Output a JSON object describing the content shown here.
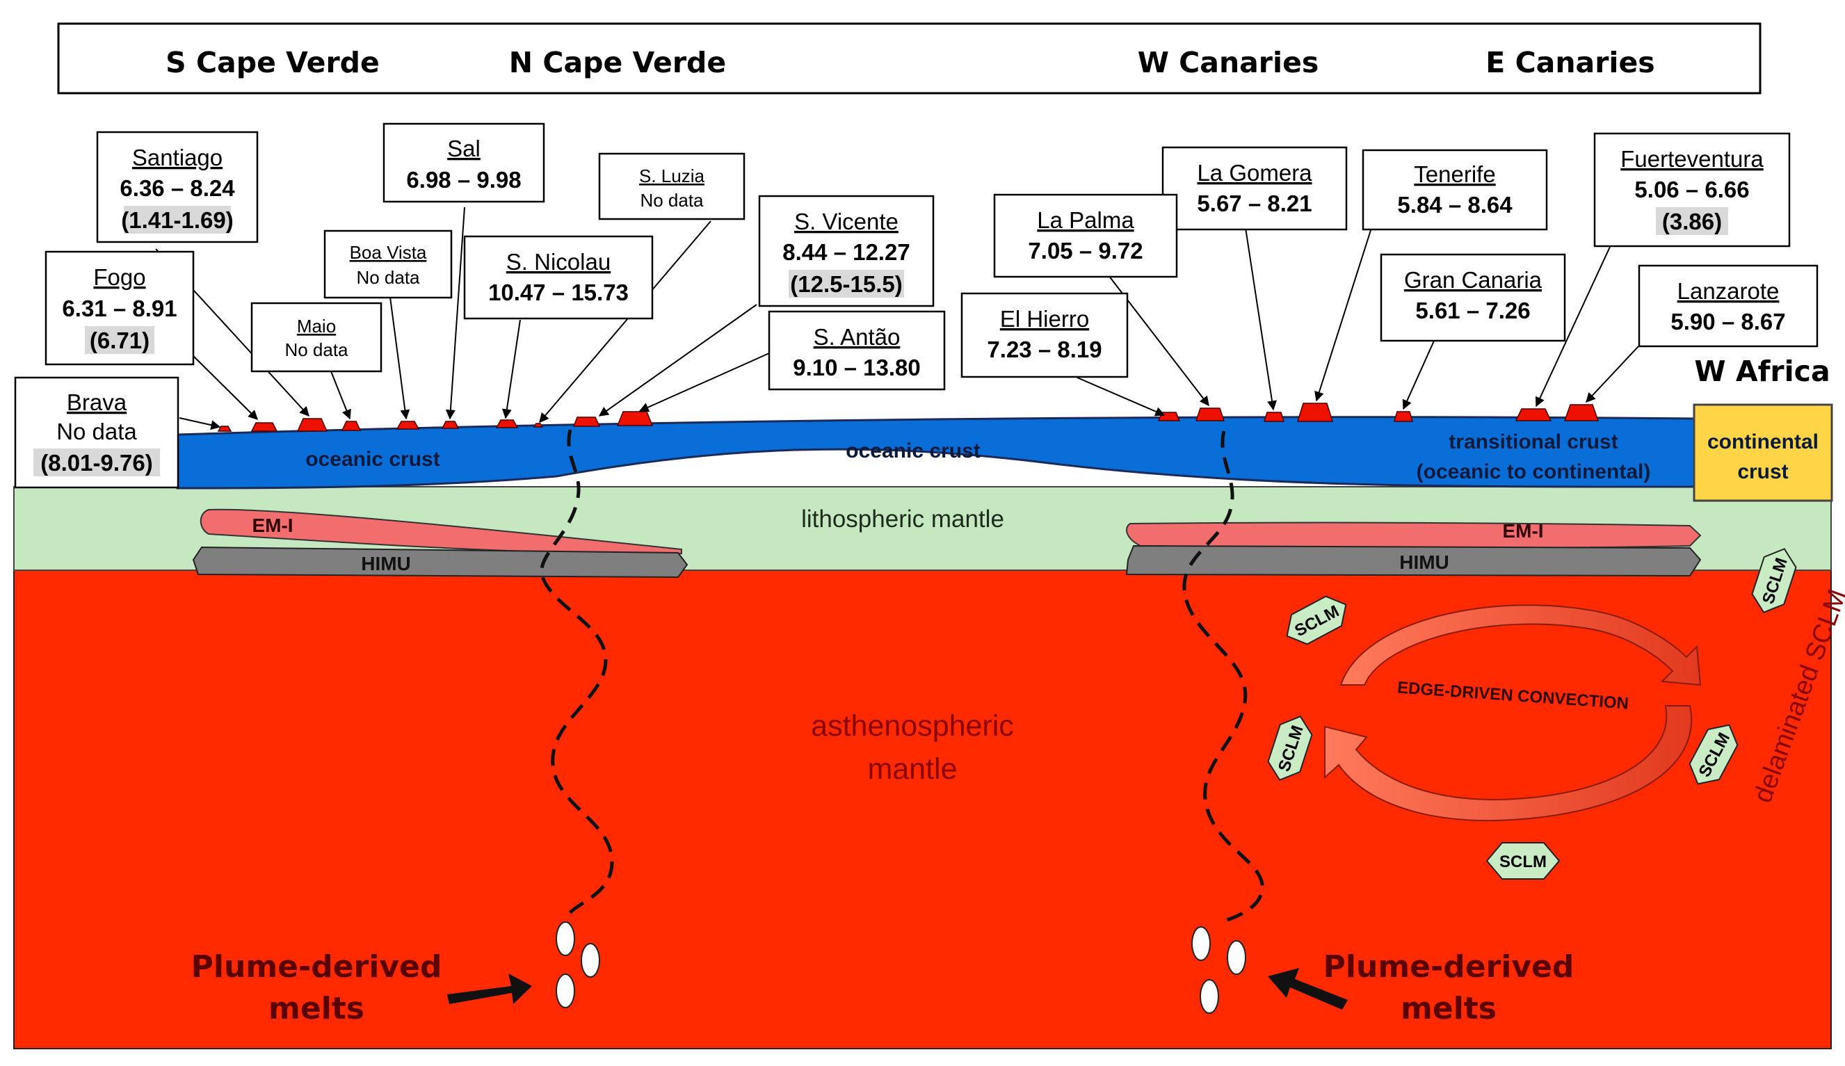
{
  "header": {
    "s_cape_verde": "S Cape Verde",
    "n_cape_verde": "N Cape Verde",
    "w_canaries": "W Canaries",
    "e_canaries": "E Canaries"
  },
  "islands": {
    "santiago": {
      "name": "Santiago",
      "range": "6.36 – 8.24",
      "extra": "(1.41-1.69)"
    },
    "sal": {
      "name": "Sal",
      "range": "6.98 – 9.98"
    },
    "s_luzia": {
      "name": "S. Luzia",
      "note": "No data"
    },
    "s_vicente": {
      "name": "S. Vicente",
      "range": "8.44 – 12.27",
      "extra": "(12.5-15.5)"
    },
    "fogo": {
      "name": "Fogo",
      "range": "6.31 – 8.91",
      "extra": "(6.71)"
    },
    "boa_vista": {
      "name": "Boa Vista",
      "note": "No data"
    },
    "s_nicolau": {
      "name": "S. Nicolau",
      "range": "10.47 – 15.73"
    },
    "maio": {
      "name": "Maio",
      "note": "No data"
    },
    "s_antao": {
      "name": "S. Antão",
      "range": "9.10 – 13.80"
    },
    "brava": {
      "name": "Brava",
      "note": "No data",
      "extra": "(8.01-9.76)"
    },
    "la_gomera": {
      "name": "La Gomera",
      "range": "5.67 – 8.21"
    },
    "tenerife": {
      "name": "Tenerife",
      "range": "5.84 – 8.64"
    },
    "fuerteventura": {
      "name": "Fuerteventura",
      "range": "5.06 – 6.66",
      "extra": "(3.86)"
    },
    "la_palma": {
      "name": "La Palma",
      "range": "7.05 – 9.72"
    },
    "gran_canaria": {
      "name": "Gran Canaria",
      "range": "5.61 – 7.26"
    },
    "lanzarote": {
      "name": "Lanzarote",
      "range": "5.90 – 8.67"
    },
    "el_hierro": {
      "name": "El Hierro",
      "range": "7.23 – 8.19"
    }
  },
  "w_africa": "W Africa",
  "layers": {
    "oceanic_crust_left": "oceanic crust",
    "oceanic_crust_center": "oceanic crust",
    "transitional_line1": "transitional crust",
    "transitional_line2": "(oceanic to continental)",
    "continental_line1": "continental",
    "continental_line2": "crust",
    "lithospheric_mantle": "lithospheric mantle",
    "asthenospheric_line1": "asthenospheric",
    "asthenospheric_line2": "mantle"
  },
  "reservoirs": {
    "em1_left": "EM-I",
    "himu_left": "HIMU",
    "em1_right": "EM-I",
    "himu_right": "HIMU"
  },
  "sclm_label": "SCLM",
  "convection_label": "EDGE-DRIVEN CONVECTION",
  "delaminated_label": "delaminated SCLM",
  "melts": {
    "left_line1": "Plume-derived",
    "left_line2": "melts",
    "right_line1": "Plume-derived",
    "right_line2": "melts"
  },
  "colors": {
    "asthenosphere": "#ff2a00",
    "lithospheric_mantle": "#c6e8c1",
    "oceanic_crust": "#0a6ed8",
    "continental_crust": "#ffd447",
    "em1": "#f26d6d",
    "himu": "#7f7f7f",
    "sclm": "#c9ecc4",
    "island_cone": "#ee1100",
    "highlight": "#d9d9d9"
  }
}
